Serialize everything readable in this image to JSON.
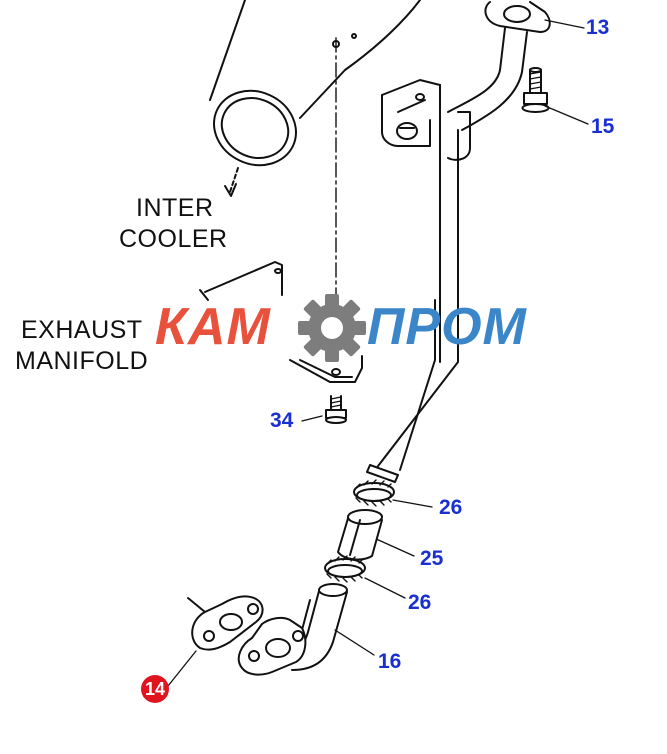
{
  "labels": {
    "inter_cooler_line1": "INTER",
    "inter_cooler_line2": "COOLER",
    "exhaust_line1": "EXHAUST",
    "exhaust_line2": "MANIFOLD"
  },
  "callouts": {
    "p13": "13",
    "p15": "15",
    "p34": "34",
    "p26a": "26",
    "p25": "25",
    "p26b": "26",
    "p16": "16",
    "p14": "14"
  },
  "logo": {
    "left": "КАМ",
    "right": "ПРОМ"
  },
  "colors": {
    "callout_blue": "#1a2fd0",
    "highlight_red": "#e0141e",
    "logo_red": "#e8513b",
    "logo_blue": "#3a86c8",
    "gear_gray": "#7d7d7d",
    "line": "#111111"
  }
}
